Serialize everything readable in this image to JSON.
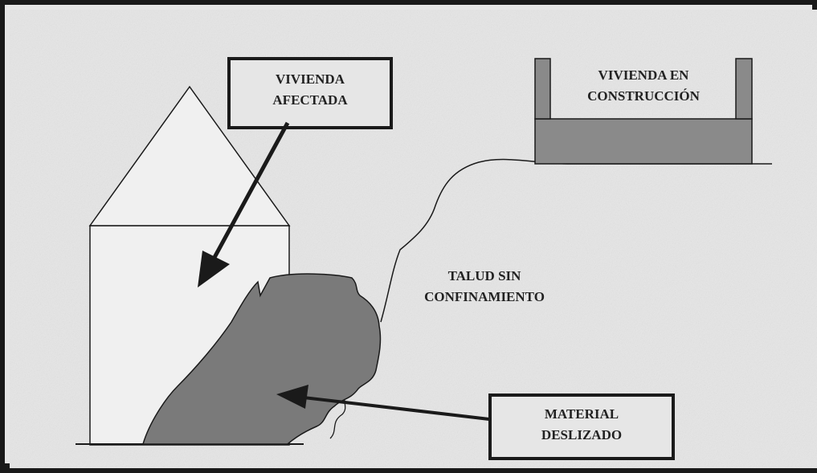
{
  "labels": {
    "vivienda_afectada": [
      "VIVIENDA",
      "AFECTADA"
    ],
    "vivienda_construccion": [
      "VIVIENDA EN",
      "CONSTRUCCIÓN"
    ],
    "talud": [
      "TALUD SIN",
      "CONFINAMIENTO"
    ],
    "material": [
      "MATERIAL",
      "DESLIZADO"
    ]
  },
  "colors": {
    "background": "#e6e6e6",
    "ink": "#1a1a1a",
    "landslide_fill": "#7a7a7a",
    "construction_fill": "#8a8a8a",
    "house_fill": "#f0f0f0"
  }
}
